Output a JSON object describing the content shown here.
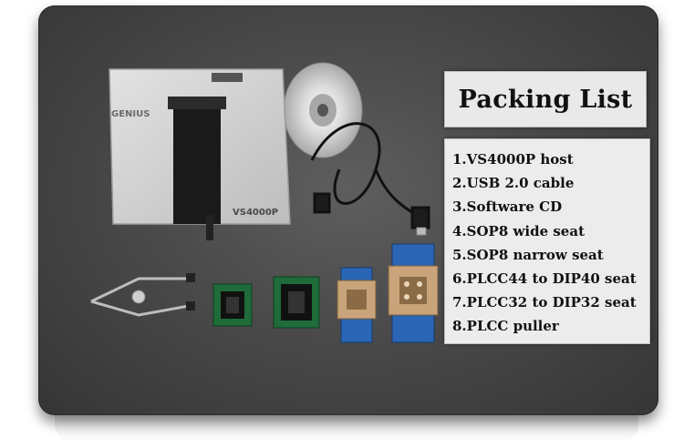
{
  "title": "Packing List",
  "items": [
    "1.VS4000P host",
    "2.USB 2.0 cable",
    "3.Software CD",
    "4.SOP8 wide seat",
    "5.SOP8 narrow seat",
    "6.PLCC44 to DIP40 seat",
    "7.PLCC32 to DIP32 seat",
    "8.PLCC puller"
  ],
  "device": {
    "brand_label": "GENIUS",
    "model_label": "VS4000P"
  },
  "colors": {
    "panel": "#4a4a4a",
    "device_body": "#d4d4d4",
    "socket": "#1a1a1a",
    "pcb_green": "#1f6b3a",
    "pcb_blue": "#2a66b5",
    "adapter_tan": "#c9a47a"
  }
}
